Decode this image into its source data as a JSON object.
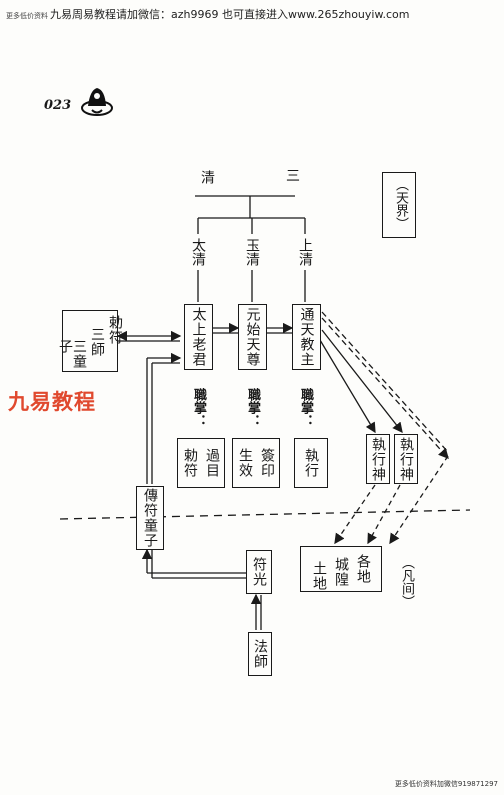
{
  "header": {
    "prefix": "更多低价资料",
    "ad": "九易周易教程请加微信：azh9969   也可直接进入www.265zhouyiw.com"
  },
  "footer": {
    "ad": "更多低价资料加微信919871297"
  },
  "page": {
    "number": "023"
  },
  "watermark": {
    "text": "九易教程"
  },
  "diagram": {
    "top_left": "清",
    "top_right": "三",
    "realm_heaven": "（天界）",
    "realm_human": "（凡间）",
    "branches": [
      "太清",
      "玉清",
      "上清"
    ],
    "deities": [
      "太上老君",
      "元始天尊",
      "通天教主"
    ],
    "left_box": {
      "col_right": "勅符",
      "col_mid": "三師",
      "col_left": "三童子"
    },
    "duty_label": "職掌：",
    "duty_laojun": {
      "col1": "過目",
      "col2": "勅符"
    },
    "duty_yuanshi": {
      "col1": "簽印",
      "col2": "生效"
    },
    "duty_tongtian": "執行",
    "executor_1": "執行神",
    "executor_2": "執行神",
    "courier": "傳符童子",
    "talisman_light": "符光",
    "master": "法師",
    "earth": {
      "col1": "各地",
      "col2": "城隍",
      "col3": "土地"
    }
  }
}
